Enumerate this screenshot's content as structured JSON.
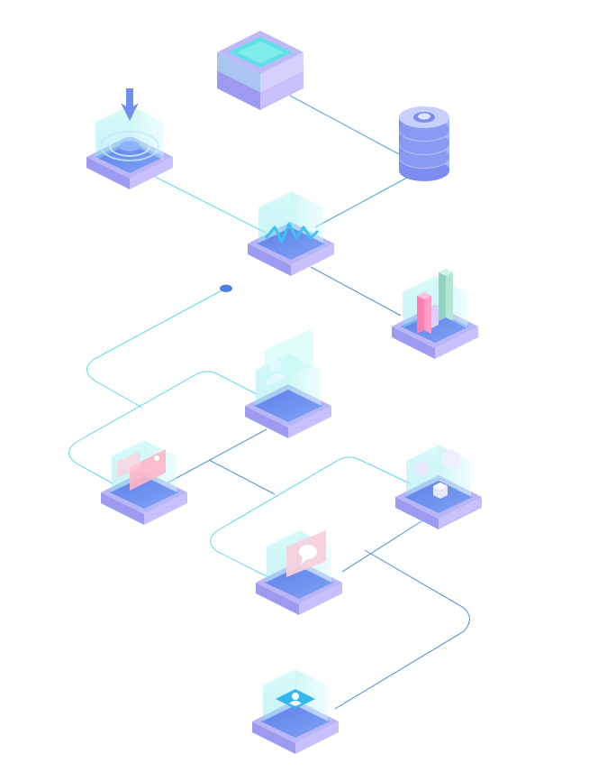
{
  "colors": {
    "background": "#ffffff",
    "line_cyan": "#5fd8e6",
    "line_blue": "#4a8fd6",
    "tile_top": "#6f8ff0",
    "tile_side_left": "#a7a6f2",
    "tile_side_right": "#c6c3fa",
    "glass": "#a6f0ee",
    "accent_pink": "#ff7fb2",
    "accent_green": "#8fd3c0",
    "dot": "#4d7fe0"
  },
  "nodes": [
    {
      "id": "server-box",
      "icon": "server-icon"
    },
    {
      "id": "database",
      "icon": "database-stack-icon"
    },
    {
      "id": "download",
      "icon": "download-arrow-icon"
    },
    {
      "id": "analytics-wave",
      "icon": "waveform-icon"
    },
    {
      "id": "bar-chart",
      "icon": "bar-chart-icon"
    },
    {
      "id": "user-profile",
      "icon": "user-profile-icon"
    },
    {
      "id": "id-card",
      "icon": "id-card-icon"
    },
    {
      "id": "cubes",
      "icon": "cubes-icon"
    },
    {
      "id": "chat",
      "icon": "chat-bubble-icon"
    },
    {
      "id": "contact",
      "icon": "contact-card-icon"
    }
  ]
}
